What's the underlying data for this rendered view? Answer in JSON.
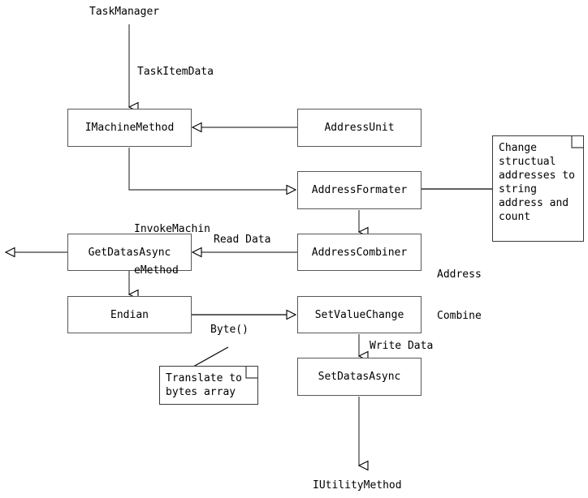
{
  "diagram": {
    "title": "TaskManager flow diagram",
    "background": "#ffffff",
    "line_color": "#585858",
    "text_color": "#000000"
  },
  "nodes": {
    "imachinemethod": "IMachineMethod",
    "addressunit": "AddressUnit",
    "addressformater": "AddressFormater",
    "getdatasasync": "GetDatasAsync",
    "addresscombiner": "AddressCombiner",
    "endian": "Endian",
    "setvaluechange": "SetValueChange",
    "setdatasasync": "SetDatasAsync"
  },
  "endpoints": {
    "taskmanager": "TaskManager",
    "iutilitymethod": "IUtilityMethod"
  },
  "edge_labels": {
    "taskitemdata": "TaskItemData",
    "invokemachinemethod_line1": "InvokeMachin",
    "invokemachinemethod_line2": "eMethod",
    "read_data": "Read Data",
    "byte": "Byte()",
    "write_data": "Write Data"
  },
  "free_labels": {
    "address_combine_line1": "Address",
    "address_combine_line2": "Combine"
  },
  "notes": {
    "change_address": {
      "line1": "Change",
      "line2": "structual",
      "line3": "addresses to",
      "line4": "string",
      "line5": "address and",
      "line6": "count"
    },
    "translate_bytes": {
      "line1": "Translate to",
      "line2": "bytes array"
    }
  }
}
